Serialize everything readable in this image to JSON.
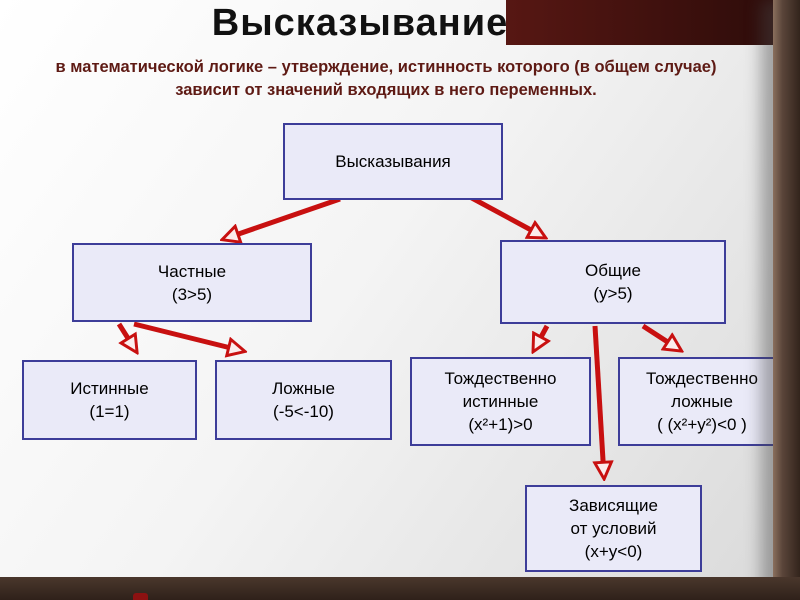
{
  "slide": {
    "title": "Высказывание",
    "subtitle": {
      "line1": "в математической логике – утверждение, истинность которого (в общем случае)",
      "line2": "зависит от значений входящих в него переменных."
    }
  },
  "nodes": {
    "root": {
      "line1": "Высказывания"
    },
    "private": {
      "line1": "Частные",
      "line2": "(3>5)"
    },
    "general": {
      "line1": "Общие",
      "line2": "(у>5)"
    },
    "true": {
      "line1": "Истинные",
      "line2": "(1=1)"
    },
    "false": {
      "line1": "Ложные",
      "line2": "(-5<-10)"
    },
    "ident_true": {
      "line1": "Тождественно",
      "line2": "истинные",
      "line3": "(х²+1)>0"
    },
    "ident_false": {
      "line1": "Тождественно",
      "line2": "ложные",
      "line3": "( (х²+у²)<0 )"
    },
    "conditional": {
      "line1": "Зависящие",
      "line2": "от условий",
      "line3": "(х+у<0)"
    }
  },
  "colors": {
    "arrow": "#c81010",
    "box_bg": "#eaeaf8",
    "box_border": "#3d3d99",
    "subtitle_text": "#5e1a14",
    "top_block": "#3f1410",
    "side_bar": "#4a362b",
    "bottom_bar": "#3b2b22"
  }
}
